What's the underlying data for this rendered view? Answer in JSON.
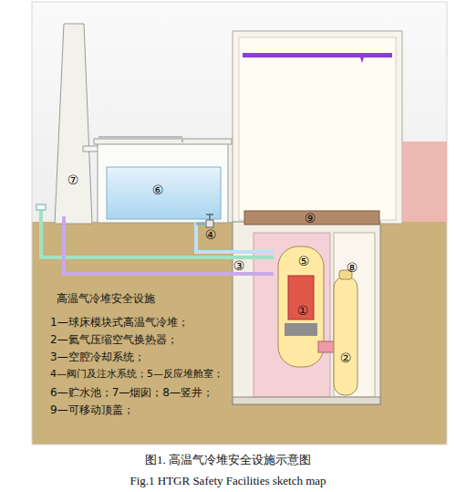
{
  "diagram": {
    "caption": "图1. 高温气冷堆安全设施示意图",
    "labels": [
      "⑦",
      "⑥",
      "④",
      "⑨",
      "③",
      "⑤",
      "⑧",
      "①",
      "②",
      "高温气冷堆安全设施",
      "1—球床模块式高温气冷堆；",
      "2—氦气压缩空气换热器；",
      "3—空腔冷却系统；",
      "4—阀门及注水系统；5—反应堆舱室；",
      "6—贮水池；7—烟囱；8—竖井；",
      "9—可移动顶盖；",
      "Fig.1 HTGR Safety Facilities sketch map"
    ]
  }
}
